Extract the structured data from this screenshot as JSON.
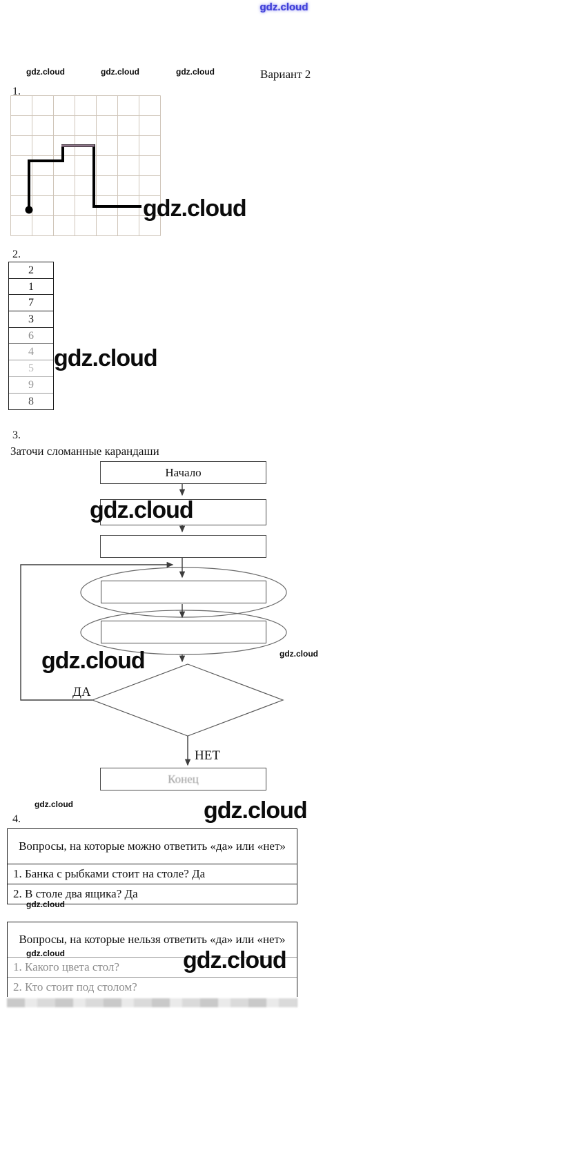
{
  "brand": "gdz.cloud",
  "header": {
    "variant": "Вариант 2"
  },
  "sections": {
    "s1": {
      "label": "1."
    },
    "s2": {
      "label": "2.",
      "cells": [
        "2",
        "1",
        "7",
        "3",
        "6",
        "4",
        "5",
        "9",
        "8"
      ]
    },
    "s3": {
      "label": "3.",
      "title": "Заточи сломанные карандаши",
      "flow": {
        "start": "Начало",
        "end": "Конец",
        "yes": "ДА",
        "no": "НЕТ"
      }
    },
    "s4": {
      "label": "4.",
      "answerable": {
        "header": "Вопросы, на которые можно ответить «да» или «нет»",
        "rows": [
          "1.  Банка с рыбками стоит на столе? Да",
          "2.  В столе два ящика? Да"
        ]
      },
      "unanswerable": {
        "header": "Вопросы, на которые нельзя ответить «да» или «нет»",
        "rows": [
          "1.  Какого цвета стол?",
          "2.  Кто стоит под столом?"
        ]
      }
    }
  },
  "colors": {
    "watermark_blue": "#4040d8",
    "ink": "#111111",
    "faded_text": "#8d8d8d"
  }
}
